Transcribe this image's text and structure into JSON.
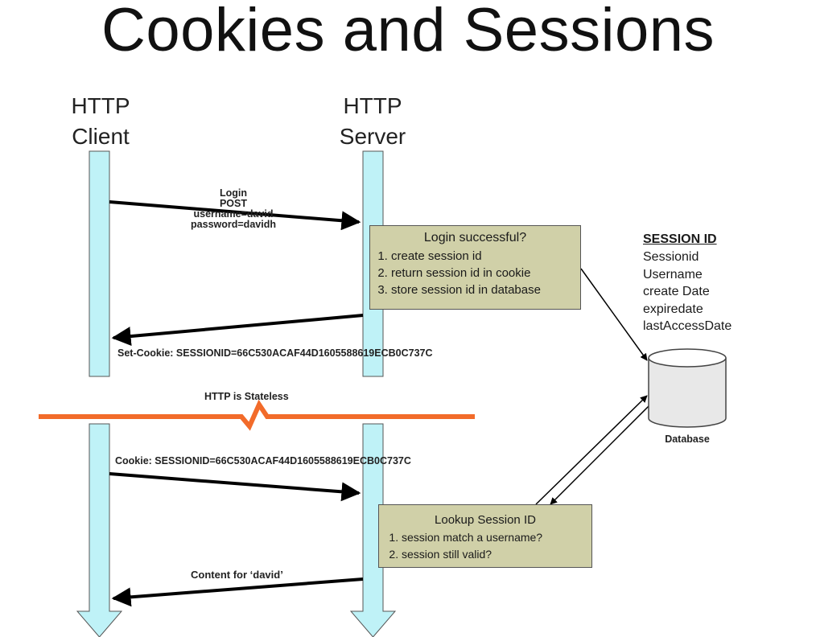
{
  "title": "Cookies and Sessions",
  "actors": {
    "client": {
      "line1": "HTTP",
      "line2": "Client"
    },
    "server": {
      "line1": "HTTP",
      "line2": "Server"
    }
  },
  "messages": {
    "login_request": [
      "Login",
      "POST",
      "username=david",
      "password=davidh"
    ],
    "set_cookie": "Set-Cookie: SESSIONID=66C530ACAF44D1605588619ECB0C737C",
    "stateless": "HTTP is Stateless",
    "cookie": "Cookie: SESSIONID=66C530ACAF44D1605588619ECB0C737C",
    "content": "Content for ‘david’"
  },
  "login_box": {
    "title": "Login successful?",
    "items": [
      "create session id",
      "return session id in cookie",
      "store session id in database"
    ]
  },
  "lookup_box": {
    "title": "Lookup Session ID",
    "items": [
      "session match a username?",
      "session still valid?"
    ]
  },
  "session_table": {
    "title": "SESSION ID",
    "fields": [
      "Sessionid",
      "Username",
      "create Date",
      "expiredate",
      "lastAccessDate"
    ]
  },
  "database_label": "Database",
  "colors": {
    "lifeline": "#bff2f7",
    "stateless_line": "#f26b2a",
    "box": "#d0d0a8"
  }
}
